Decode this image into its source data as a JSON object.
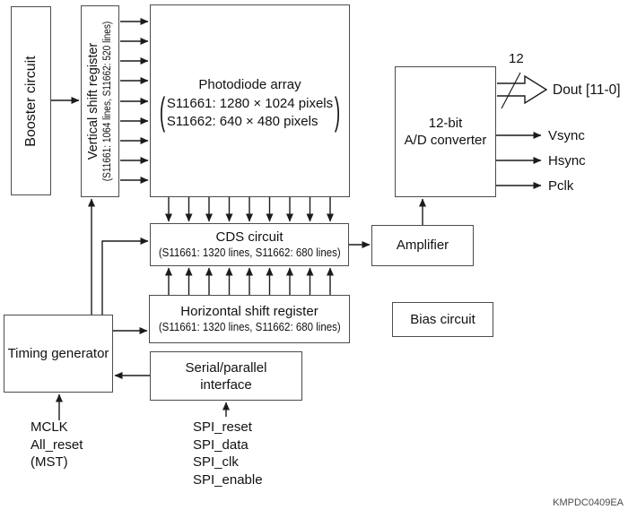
{
  "boxes": {
    "booster": {
      "label": "Booster circuit"
    },
    "vsr": {
      "label": "Vertical shift register",
      "sublabel": "(S11661: 1064 lines, S11662: 520 lines)"
    },
    "pda": {
      "title": "Photodiode array",
      "paren_open": "(",
      "paren_close": ")",
      "row1": "S11661: 1280 × 1024 pixels",
      "row2": "S11662: 640 × 480 pixels"
    },
    "adc": {
      "line1": "12-bit",
      "line2": "A/D converter"
    },
    "cds": {
      "label": "CDS circuit",
      "sublabel": "(S11661: 1320 lines, S11662: 680 lines)"
    },
    "amplifier": {
      "label": "Amplifier"
    },
    "hsr": {
      "label": "Horizontal shift register",
      "sublabel": "(S11661: 1320 lines, S11662: 680 lines)"
    },
    "bias": {
      "label": "Bias circuit"
    },
    "timing": {
      "label": "Timing generator"
    },
    "spi": {
      "line1": "Serial/parallel",
      "line2": "interface"
    }
  },
  "outputs": {
    "bus_width": "12",
    "dout": "Dout [11-0]",
    "vsync": "Vsync",
    "hsync": "Hsync",
    "pclk": "Pclk"
  },
  "inputs": {
    "timing_signals": [
      "MCLK",
      "All_reset",
      "(MST)"
    ],
    "spi_signals": [
      "SPI_reset",
      "SPI_data",
      "SPI_clk",
      "SPI_enable"
    ]
  },
  "footer": {
    "code": "KMPDC0409EA"
  },
  "colors": {
    "background": "#ffffff",
    "box_border": "#4c4c4c",
    "line": "#1c1c1c",
    "text": "#111111"
  }
}
